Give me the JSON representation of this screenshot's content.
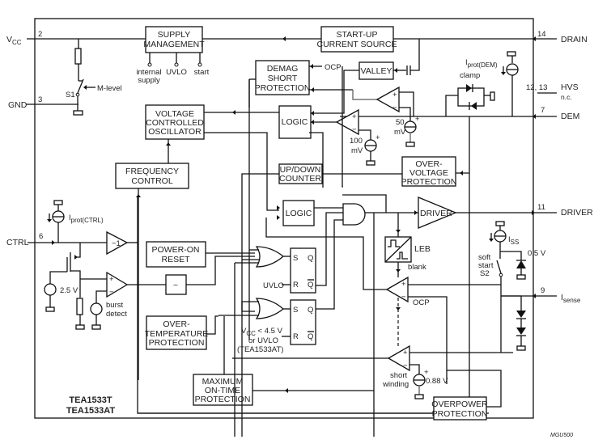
{
  "figure_id": "MGU500",
  "chip": {
    "names": [
      "TEA1533T",
      "TEA1533AT"
    ]
  },
  "pins": {
    "vcc": {
      "label": "V",
      "sub": "CC",
      "number": "2"
    },
    "gnd": {
      "label": "GND",
      "number": "3"
    },
    "ctrl": {
      "label": "CTRL",
      "number": "6"
    },
    "drain": {
      "label": "DRAIN",
      "number": "14"
    },
    "hvs": {
      "label": "HVS",
      "label2": "n.c.",
      "number": "12, 13"
    },
    "dem": {
      "label": "DEM",
      "number": "7"
    },
    "driver": {
      "label": "DRIVER",
      "number": "11"
    },
    "isense": {
      "label": "I",
      "sub": "sense",
      "number": "9"
    }
  },
  "blocks": {
    "supply_management": [
      "SUPPLY",
      "MANAGEMENT"
    ],
    "startup_current_source": [
      "START-UP",
      "CURRENT SOURCE"
    ],
    "demag_short_protection": [
      "DEMAG",
      "SHORT",
      "PROTECTION"
    ],
    "valley": [
      "VALLEY"
    ],
    "vco": [
      "VOLTAGE",
      "CONTROLLED",
      "OSCILLATOR"
    ],
    "logic1": [
      "LOGIC"
    ],
    "frequency_control": [
      "FREQUENCY",
      "CONTROL"
    ],
    "up_down_counter": [
      "UP/DOWN",
      "COUNTER"
    ],
    "overvoltage_protection": [
      "OVER-",
      "VOLTAGE",
      "PROTECTION"
    ],
    "logic2": [
      "LOGIC"
    ],
    "driver": [
      "DRIVER"
    ],
    "power_on_reset": [
      "POWER-ON",
      "RESET"
    ],
    "overtemperature_protection": [
      "OVER-",
      "TEMPERATURE",
      "PROTECTION"
    ],
    "maximum_ontime_protection": [
      "MAXIMUM",
      "ON-TIME",
      "PROTECTION"
    ],
    "overpower_protection": [
      "OVERPOWER",
      "PROTECTION"
    ],
    "leb": [
      "LEB"
    ]
  },
  "labels": {
    "internal_supply": [
      "internal",
      "supply"
    ],
    "uvlo": "UVLO",
    "start": "start",
    "s1": "S1",
    "m_level": "M-level",
    "ocp_in": "OCP",
    "clamp": "clamp",
    "iprot_dem": {
      "main": "I",
      "sub": "prot(DEM)"
    },
    "iprot_ctrl": {
      "main": "I",
      "sub": "prot(CTRL)"
    },
    "mv50": [
      "50",
      "mV"
    ],
    "mv100": [
      "100",
      "mV"
    ],
    "minus_one": "−1",
    "v25": "2.5 V",
    "burst_detect": [
      "burst",
      "detect"
    ],
    "filter": "~",
    "ff_s": "S",
    "ff_r": "R",
    "ff_q": "Q",
    "ff_qbar": "Q",
    "uvlo_r": "UVLO",
    "vcc_45": {
      "main": "V",
      "sub": "CC",
      "rest": " < 4.5 V"
    },
    "or_uvlo": "or UVLO",
    "tea1533at": "(TEA1533AT)",
    "blank": "blank",
    "ocp_comp": "OCP",
    "iss": {
      "main": "I",
      "sub": "SS"
    },
    "v05": "0.5 V",
    "soft_start": [
      "soft",
      "start",
      "S2"
    ],
    "short_winding": [
      "short",
      "winding"
    ],
    "v088": "0.88 V",
    "plus": "+",
    "minus": "−"
  }
}
